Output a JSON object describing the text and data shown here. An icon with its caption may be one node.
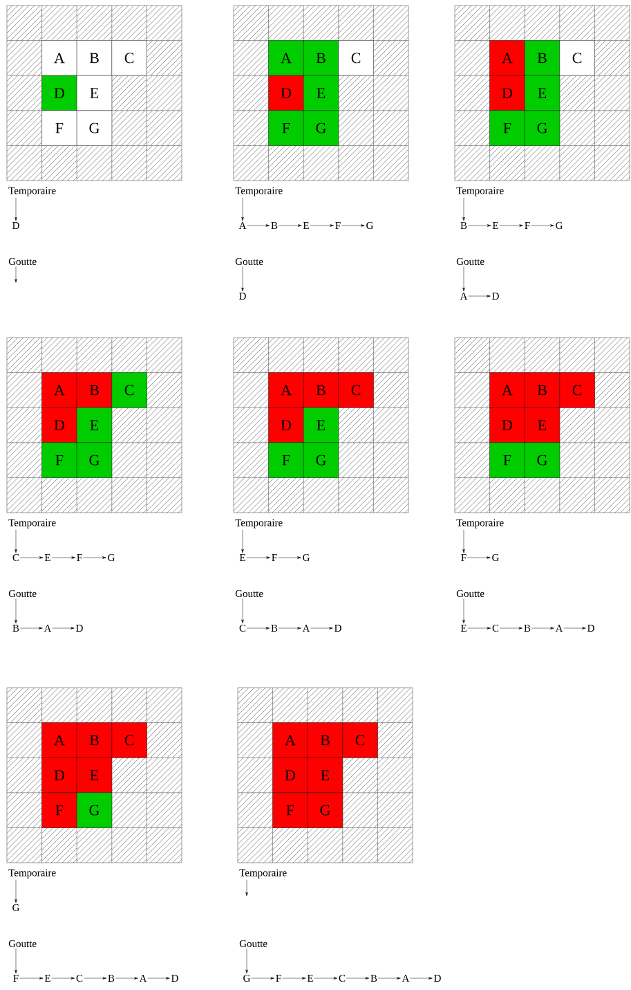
{
  "diagram": {
    "nodes": [
      {
        "text": [
          "A"
        ]
      },
      {
        "text": [
          "B"
        ]
      },
      {
        "text": [
          "C"
        ]
      },
      {
        "text": [
          "D"
        ]
      },
      {
        "text": [
          "E"
        ]
      },
      {
        "text": [
          "F"
        ]
      },
      {
        "text": [
          "G"
        ]
      },
      {
        "text": [
          "Temporaire"
        ]
      },
      {
        "text": [
          "D"
        ]
      },
      {
        "text": [
          "Goutte"
        ]
      },
      {
        "text": [
          "A"
        ]
      },
      {
        "text": [
          "B"
        ]
      },
      {
        "text": [
          "C"
        ]
      },
      {
        "text": [
          "D"
        ]
      },
      {
        "text": [
          "E"
        ]
      },
      {
        "text": [
          "F"
        ]
      },
      {
        "text": [
          "G"
        ]
      },
      {
        "text": [
          "Temporaire"
        ]
      },
      {
        "text": [
          "A"
        ]
      },
      {
        "text": [
          "B"
        ]
      },
      {
        "text": [
          "E"
        ]
      },
      {
        "text": [
          "F"
        ]
      },
      {
        "text": [
          "G"
        ]
      },
      {
        "text": [
          "Goutte"
        ]
      },
      {
        "text": [
          "D"
        ]
      },
      {
        "text": [
          "A"
        ]
      },
      {
        "text": [
          "B"
        ]
      },
      {
        "text": [
          "C"
        ]
      },
      {
        "text": [
          "D"
        ]
      },
      {
        "text": [
          "E"
        ]
      },
      {
        "text": [
          "F"
        ]
      },
      {
        "text": [
          "G"
        ]
      },
      {
        "text": [
          "Temporaire"
        ]
      },
      {
        "text": [
          "B"
        ]
      },
      {
        "text": [
          "E"
        ]
      },
      {
        "text": [
          "F"
        ]
      },
      {
        "text": [
          "G"
        ]
      },
      {
        "text": [
          "Goutte"
        ]
      },
      {
        "text": [
          "A"
        ]
      },
      {
        "text": [
          "D"
        ]
      },
      {
        "text": [
          "A"
        ]
      },
      {
        "text": [
          "B"
        ]
      },
      {
        "text": [
          "C"
        ]
      },
      {
        "text": [
          "D"
        ]
      },
      {
        "text": [
          "E"
        ]
      },
      {
        "text": [
          "F"
        ]
      },
      {
        "text": [
          "G"
        ]
      },
      {
        "text": [
          "Temporaire"
        ]
      },
      {
        "text": [
          "C"
        ]
      },
      {
        "text": [
          "E"
        ]
      },
      {
        "text": [
          "F"
        ]
      },
      {
        "text": [
          "G"
        ]
      },
      {
        "text": [
          "Goutte"
        ]
      },
      {
        "text": [
          "B"
        ]
      },
      {
        "text": [
          "A"
        ]
      },
      {
        "text": [
          "D"
        ]
      },
      {
        "text": [
          "A"
        ]
      },
      {
        "text": [
          "B"
        ]
      },
      {
        "text": [
          "C"
        ]
      },
      {
        "text": [
          "D"
        ]
      },
      {
        "text": [
          "E"
        ]
      },
      {
        "text": [
          "F"
        ]
      },
      {
        "text": [
          "G"
        ]
      },
      {
        "text": [
          "Temporaire"
        ]
      },
      {
        "text": [
          "E"
        ]
      },
      {
        "text": [
          "F"
        ]
      },
      {
        "text": [
          "G"
        ]
      },
      {
        "text": [
          "Goutte"
        ]
      },
      {
        "text": [
          "C"
        ]
      },
      {
        "text": [
          "B"
        ]
      },
      {
        "text": [
          "A"
        ]
      },
      {
        "text": [
          "D"
        ]
      },
      {
        "text": [
          "A"
        ]
      },
      {
        "text": [
          "B"
        ]
      },
      {
        "text": [
          "C"
        ]
      },
      {
        "text": [
          "D"
        ]
      },
      {
        "text": [
          "E"
        ]
      },
      {
        "text": [
          "F"
        ]
      },
      {
        "text": [
          "G"
        ]
      },
      {
        "text": [
          "Temporaire"
        ]
      },
      {
        "text": [
          "F"
        ]
      },
      {
        "text": [
          "G"
        ]
      },
      {
        "text": [
          "Goutte"
        ]
      },
      {
        "text": [
          "E"
        ]
      },
      {
        "text": [
          "C"
        ]
      },
      {
        "text": [
          "B"
        ]
      },
      {
        "text": [
          "A"
        ]
      },
      {
        "text": [
          "D"
        ]
      },
      {
        "text": [
          "A"
        ]
      },
      {
        "text": [
          "B"
        ]
      },
      {
        "text": [
          "C"
        ]
      },
      {
        "text": [
          "D"
        ]
      },
      {
        "text": [
          "E"
        ]
      },
      {
        "text": [
          "F"
        ]
      },
      {
        "text": [
          "G"
        ]
      },
      {
        "text": [
          "Temporaire"
        ]
      },
      {
        "text": [
          "G"
        ]
      },
      {
        "text": [
          "Goutte"
        ]
      },
      {
        "text": [
          "F"
        ]
      },
      {
        "text": [
          "E"
        ]
      },
      {
        "text": [
          "C"
        ]
      },
      {
        "text": [
          "B"
        ]
      },
      {
        "text": [
          "A"
        ]
      },
      {
        "text": [
          "D"
        ]
      },
      {
        "text": [
          "A"
        ]
      },
      {
        "text": [
          "B"
        ]
      },
      {
        "text": [
          "C"
        ]
      },
      {
        "text": [
          "D"
        ]
      },
      {
        "text": [
          "E"
        ]
      },
      {
        "text": [
          "F"
        ]
      },
      {
        "text": [
          "G"
        ]
      },
      {
        "text": [
          "Temporaire"
        ]
      },
      {
        "text": [
          "Goutte"
        ]
      },
      {
        "text": [
          "G"
        ]
      },
      {
        "text": [
          "F"
        ]
      },
      {
        "text": [
          "E"
        ]
      },
      {
        "text": [
          "C"
        ]
      },
      {
        "text": [
          "B"
        ]
      },
      {
        "text": [
          "A"
        ]
      },
      {
        "text": [
          "D"
        ]
      }
    ],
    "edges": [
      {
        "from": 7,
        "to": 8,
        "arrow": "to"
      },
      {
        "from": 9,
        "to": null,
        "arrow": "to"
      },
      {
        "from": 17,
        "to": 18,
        "arrow": "to"
      },
      {
        "from": 18,
        "to": 19,
        "arrow": "to"
      },
      {
        "from": 19,
        "to": 20,
        "arrow": "to"
      },
      {
        "from": 20,
        "to": 21,
        "arrow": "to"
      },
      {
        "from": 21,
        "to": 22,
        "arrow": "to"
      },
      {
        "from": 23,
        "to": 24,
        "arrow": "to"
      },
      {
        "from": 32,
        "to": 33,
        "arrow": "to"
      },
      {
        "from": 33,
        "to": 34,
        "arrow": "to"
      },
      {
        "from": 34,
        "to": 35,
        "arrow": "to"
      },
      {
        "from": 35,
        "to": 36,
        "arrow": "to"
      },
      {
        "from": 37,
        "to": 38,
        "arrow": "to"
      },
      {
        "from": 38,
        "to": 39,
        "arrow": "to"
      },
      {
        "from": 47,
        "to": 48,
        "arrow": "to"
      },
      {
        "from": 48,
        "to": 49,
        "arrow": "to"
      },
      {
        "from": 49,
        "to": 50,
        "arrow": "to"
      },
      {
        "from": 50,
        "to": 51,
        "arrow": "to"
      },
      {
        "from": 52,
        "to": 53,
        "arrow": "to"
      },
      {
        "from": 53,
        "to": 54,
        "arrow": "to"
      },
      {
        "from": 54,
        "to": 55,
        "arrow": "to"
      },
      {
        "from": 63,
        "to": 64,
        "arrow": "to"
      },
      {
        "from": 64,
        "to": 65,
        "arrow": "to"
      },
      {
        "from": 65,
        "to": 66,
        "arrow": "to"
      },
      {
        "from": 67,
        "to": 68,
        "arrow": "to"
      },
      {
        "from": 68,
        "to": 69,
        "arrow": "to"
      },
      {
        "from": 69,
        "to": 70,
        "arrow": "to"
      },
      {
        "from": 70,
        "to": 71,
        "arrow": "to"
      },
      {
        "from": 79,
        "to": 80,
        "arrow": "to"
      },
      {
        "from": 80,
        "to": 81,
        "arrow": "to"
      },
      {
        "from": 82,
        "to": 83,
        "arrow": "to"
      },
      {
        "from": 83,
        "to": 84,
        "arrow": "to"
      },
      {
        "from": 84,
        "to": 85,
        "arrow": "to"
      },
      {
        "from": 85,
        "to": 86,
        "arrow": "to"
      },
      {
        "from": 86,
        "to": 87,
        "arrow": "to"
      },
      {
        "from": 95,
        "to": 96,
        "arrow": "to"
      },
      {
        "from": 97,
        "to": 98,
        "arrow": "to"
      },
      {
        "from": 98,
        "to": 99,
        "arrow": "to"
      },
      {
        "from": 99,
        "to": 100,
        "arrow": "to"
      },
      {
        "from": 100,
        "to": 101,
        "arrow": "to"
      },
      {
        "from": 101,
        "to": 102,
        "arrow": "to"
      },
      {
        "from": 102,
        "to": 103,
        "arrow": "to"
      },
      {
        "from": 111,
        "to": null,
        "arrow": "to"
      },
      {
        "from": 112,
        "to": 113,
        "arrow": "to"
      },
      {
        "from": 113,
        "to": 114,
        "arrow": "to"
      },
      {
        "from": 114,
        "to": 115,
        "arrow": "to"
      },
      {
        "from": 115,
        "to": 116,
        "arrow": "to"
      },
      {
        "from": 116,
        "to": 117,
        "arrow": "to"
      },
      {
        "from": 117,
        "to": 118,
        "arrow": "to"
      },
      {
        "from": 118,
        "to": 119,
        "arrow": "to"
      }
    ]
  }
}
